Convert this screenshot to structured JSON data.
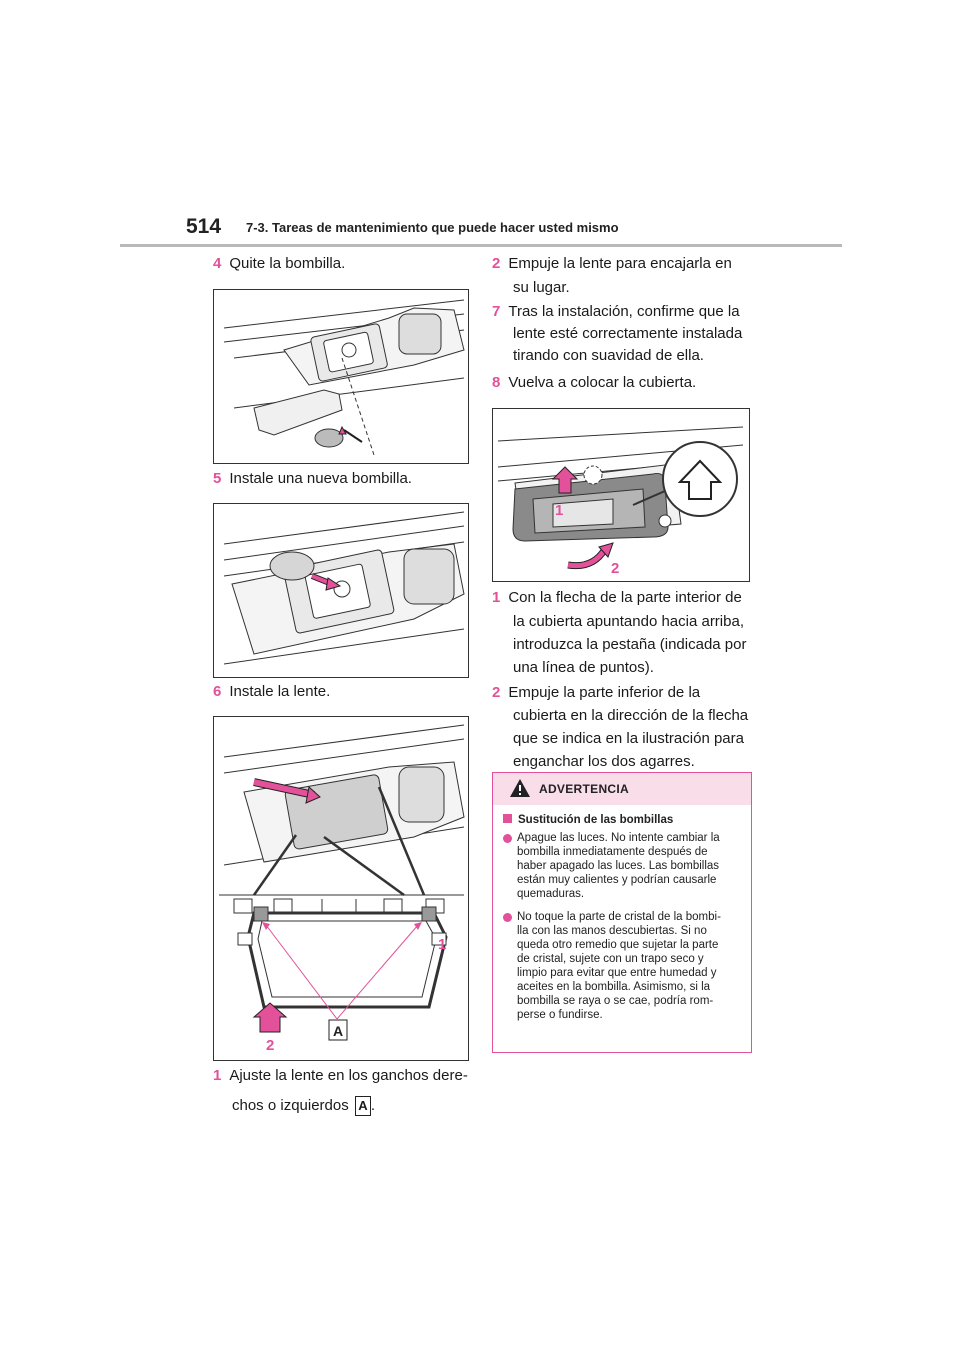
{
  "header": {
    "page_number": "514",
    "section_title": "7-3. Tareas de mantenimiento que puede hacer usted mismo"
  },
  "left": {
    "step4": {
      "num": "4",
      "text": "Quite la bombilla."
    },
    "step5": {
      "num": "5",
      "text": "Instale una nueva bombilla."
    },
    "step6": {
      "num": "6",
      "text": "Instale la lente."
    },
    "sub1": {
      "num": "1",
      "line1": "Ajuste la lente en los ganchos dere-",
      "line2": "chos o izquierdos",
      "label": "A",
      "end": "."
    },
    "fig3_labels": {
      "one": "1",
      "two": "2",
      "a": "A"
    }
  },
  "right": {
    "sub2": {
      "num": "2",
      "line1": "Empuje la lente para encajarla en",
      "line2": "su lugar."
    },
    "step7": {
      "num": "7",
      "line1": "Tras la instalación, confirme que la",
      "line2": "lente esté correctamente instalada",
      "line3": "tirando con suavidad de ella."
    },
    "step8": {
      "num": "8",
      "text": "Vuelva a colocar la cubierta."
    },
    "fig4_labels": {
      "one": "1",
      "two": "2"
    },
    "c1": {
      "num": "1",
      "line1": "Con la flecha de la parte interior de",
      "line2": "la cubierta apuntando hacia arriba,",
      "line3": "introduzca la pestaña (indicada por",
      "line4": "una línea de puntos)."
    },
    "c2": {
      "num": "2",
      "line1": "Empuje la parte inferior de la",
      "line2": "cubierta en la dirección de la flecha",
      "line3": "que se indica en la ilustración para",
      "line4": "enganchar los dos agarres."
    }
  },
  "warning": {
    "title": "ADVERTENCIA",
    "heading": "Sustitución de las bombillas",
    "b1": [
      "Apague las luces. No intente cambiar la",
      "bombilla inmediatamente después de",
      "haber apagado las luces. Las bombillas",
      "están muy calientes y podrían causarle",
      "quemaduras."
    ],
    "b2": [
      "No toque la parte de cristal de la bombi-",
      "lla con las manos descubiertas. Si no",
      "queda otro remedio que sujetar la parte",
      "de cristal, sujete con un trapo seco y",
      "limpio para evitar que entre humedad y",
      "aceites en la bombilla. Asimismo, si la",
      "bombilla se raya o se cae, podría rom-",
      "perse o fundirse."
    ]
  },
  "colors": {
    "accent": "#e2519a",
    "warning_bg": "#f9dde9",
    "rule": "#b9b9b9"
  }
}
